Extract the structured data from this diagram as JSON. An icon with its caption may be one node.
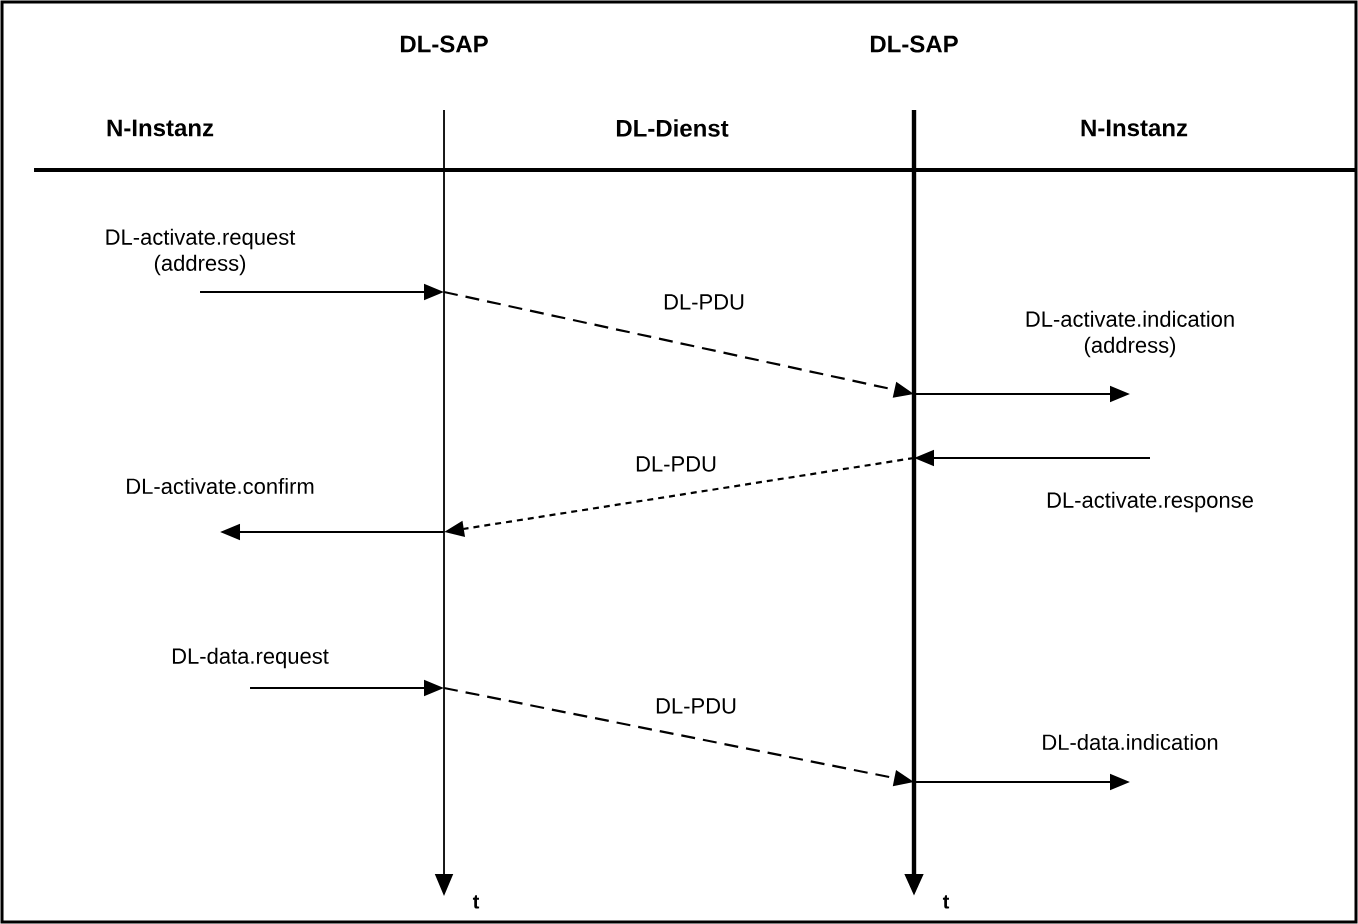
{
  "diagram": {
    "nodes": [
      {
        "text": [
          "DL-SAP"
        ],
        "beside": [
          "t"
        ]
      },
      {
        "text": [
          "DL-SAP"
        ],
        "beside": [
          "t"
        ]
      },
      {
        "text": [
          "DL-activate.request (address)"
        ]
      },
      {
        "text": [
          "DL-activate.indication (address)"
        ]
      },
      {
        "text": [
          "DL-activate.response"
        ]
      },
      {
        "text": [
          "DL-activate.confirm"
        ]
      },
      {
        "text": [
          "DL-data.request"
        ]
      },
      {
        "text": [
          "DL-data.indication"
        ]
      }
    ],
    "edges": [
      {
        "from": 2,
        "to": 0,
        "arrow": "to"
      },
      {
        "from": 0,
        "to": 1,
        "arrow": "to",
        "label": "DL-PDU",
        "style": "dashed"
      },
      {
        "from": 1,
        "to": 3,
        "arrow": "to"
      },
      {
        "from": 4,
        "to": 1,
        "arrow": "to"
      },
      {
        "from": 1,
        "to": 0,
        "arrow": "to",
        "label": "DL-PDU",
        "style": "dashed"
      },
      {
        "from": 0,
        "to": 5,
        "arrow": "to"
      },
      {
        "from": 6,
        "to": 0,
        "arrow": "to"
      },
      {
        "from": 0,
        "to": 1,
        "arrow": "to",
        "label": "DL-PDU",
        "style": "dashed"
      },
      {
        "from": 1,
        "to": 7,
        "arrow": "to"
      }
    ],
    "labels": [
      "N-Instanz",
      "DL-Dienst",
      "N-Instanz"
    ]
  }
}
